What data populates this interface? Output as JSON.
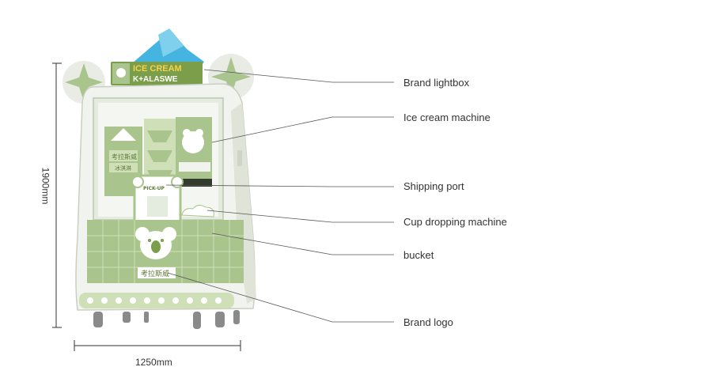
{
  "diagram": {
    "callouts": [
      {
        "id": "brand-lightbox",
        "label": "Brand lightbox"
      },
      {
        "id": "ice-cream-machine",
        "label": "Ice cream machine"
      },
      {
        "id": "shipping-port",
        "label": "Shipping port"
      },
      {
        "id": "cup-dropping-machine",
        "label": "Cup dropping machine"
      },
      {
        "id": "bucket",
        "label": "bucket"
      },
      {
        "id": "brand-logo",
        "label": "Brand logo"
      }
    ],
    "dimensions": {
      "height_label": "1900mm",
      "width_label": "1250mm"
    },
    "machine_signage": {
      "top_sign": "ICE CREAM",
      "brand_text": "K+ALASWE",
      "pickup_label": "PICK-UP",
      "panel_text_1": "考拉斯威",
      "panel_text_2": "冰淇淋",
      "front_badge": "考拉斯威"
    },
    "colors": {
      "machine_green": "#a9c48c",
      "machine_light_green": "#cfe0b8",
      "machine_white": "#f1f3ee",
      "sign_blue": "#45b4e0",
      "line_color": "#555555"
    }
  }
}
